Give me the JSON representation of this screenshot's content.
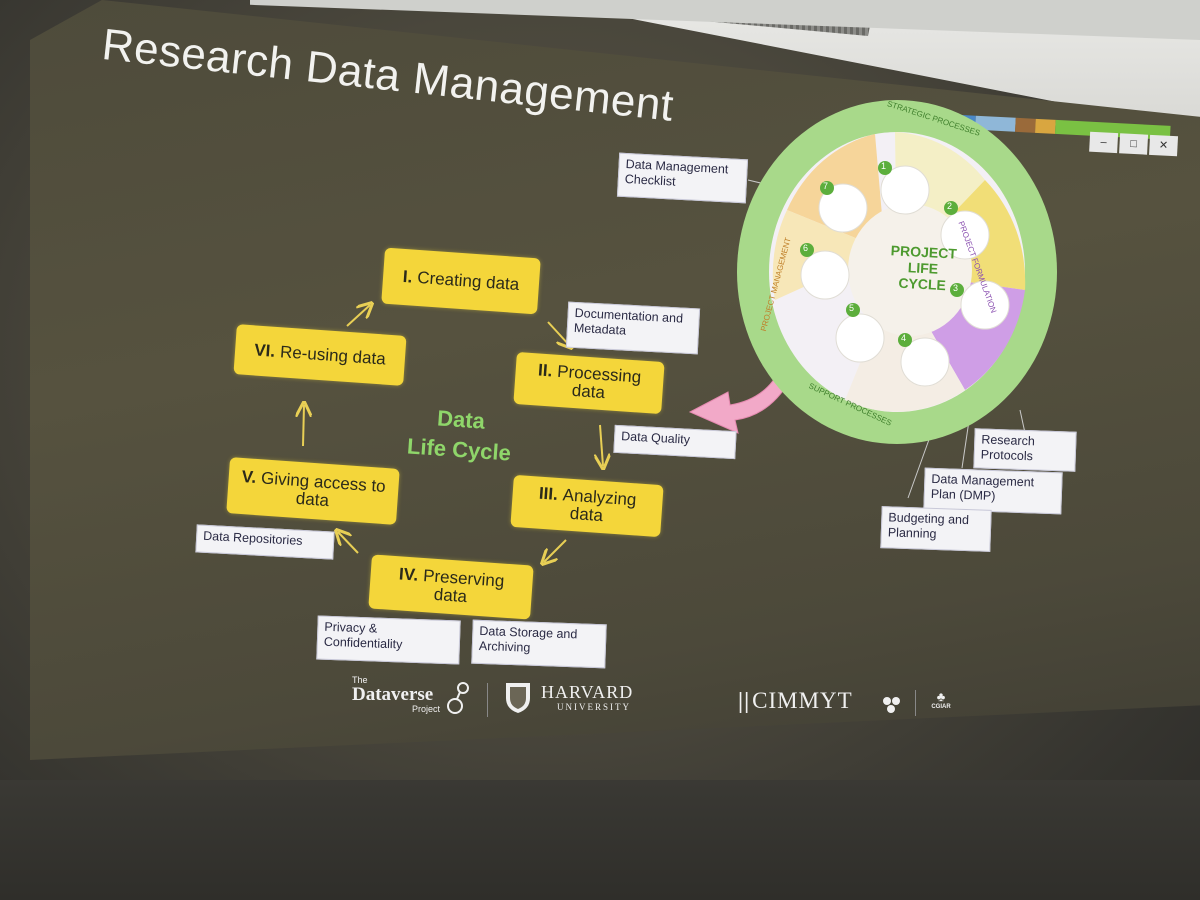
{
  "slide": {
    "title": "Research Data Management",
    "center_label_line1": "Data",
    "center_label_line2": "Life Cycle"
  },
  "stages": [
    {
      "num": "I.",
      "text": "Creating data"
    },
    {
      "num": "II.",
      "text": "Processing data"
    },
    {
      "num": "III.",
      "text": "Analyzing data"
    },
    {
      "num": "IV.",
      "text": "Preserving data"
    },
    {
      "num": "V.",
      "text": "Giving access to data"
    },
    {
      "num": "VI.",
      "text": "Re-using data"
    }
  ],
  "side_labels": {
    "documentation": "Documentation and Metadata",
    "quality": "Data Quality",
    "repositories": "Data Repositories",
    "privacy": "Privacy & Confidentiality",
    "storage": "Data Storage and Archiving",
    "checklist": "Data Management Checklist",
    "protocols": "Research Protocols",
    "dmp": "Data Management Plan (DMP)",
    "budgeting": "Budgeting and Planning"
  },
  "project_cycle": {
    "center_title_1": "PROJECT",
    "center_title_2": "LIFE CYCLE",
    "ring_top": "STRATEGIC PROCESSES",
    "ring_right": "PROJECT FORMULATION",
    "ring_bottom": "SUPPORT PROCESSES",
    "ring_left": "PROJECT MANAGEMENT",
    "steps": [
      "1",
      "2",
      "3",
      "4",
      "5",
      "6",
      "7"
    ]
  },
  "logos": {
    "dataverse_small": "The",
    "dataverse": "Dataverse",
    "dataverse_sub": "Project",
    "harvard": "HARVARD",
    "harvard_sub": "UNIVERSITY",
    "cimmyt": "CIMMYT",
    "cgiar": "CGIAR"
  },
  "window_buttons": {
    "min": "–",
    "max": "□",
    "close": "✕"
  },
  "colors": {
    "stage_fill": "#f4d63a",
    "center_label": "#8fd66a",
    "arrow": "#e8cf55",
    "ring_green": "#a8d98a",
    "pink_arrow": "#f2a9c8"
  }
}
